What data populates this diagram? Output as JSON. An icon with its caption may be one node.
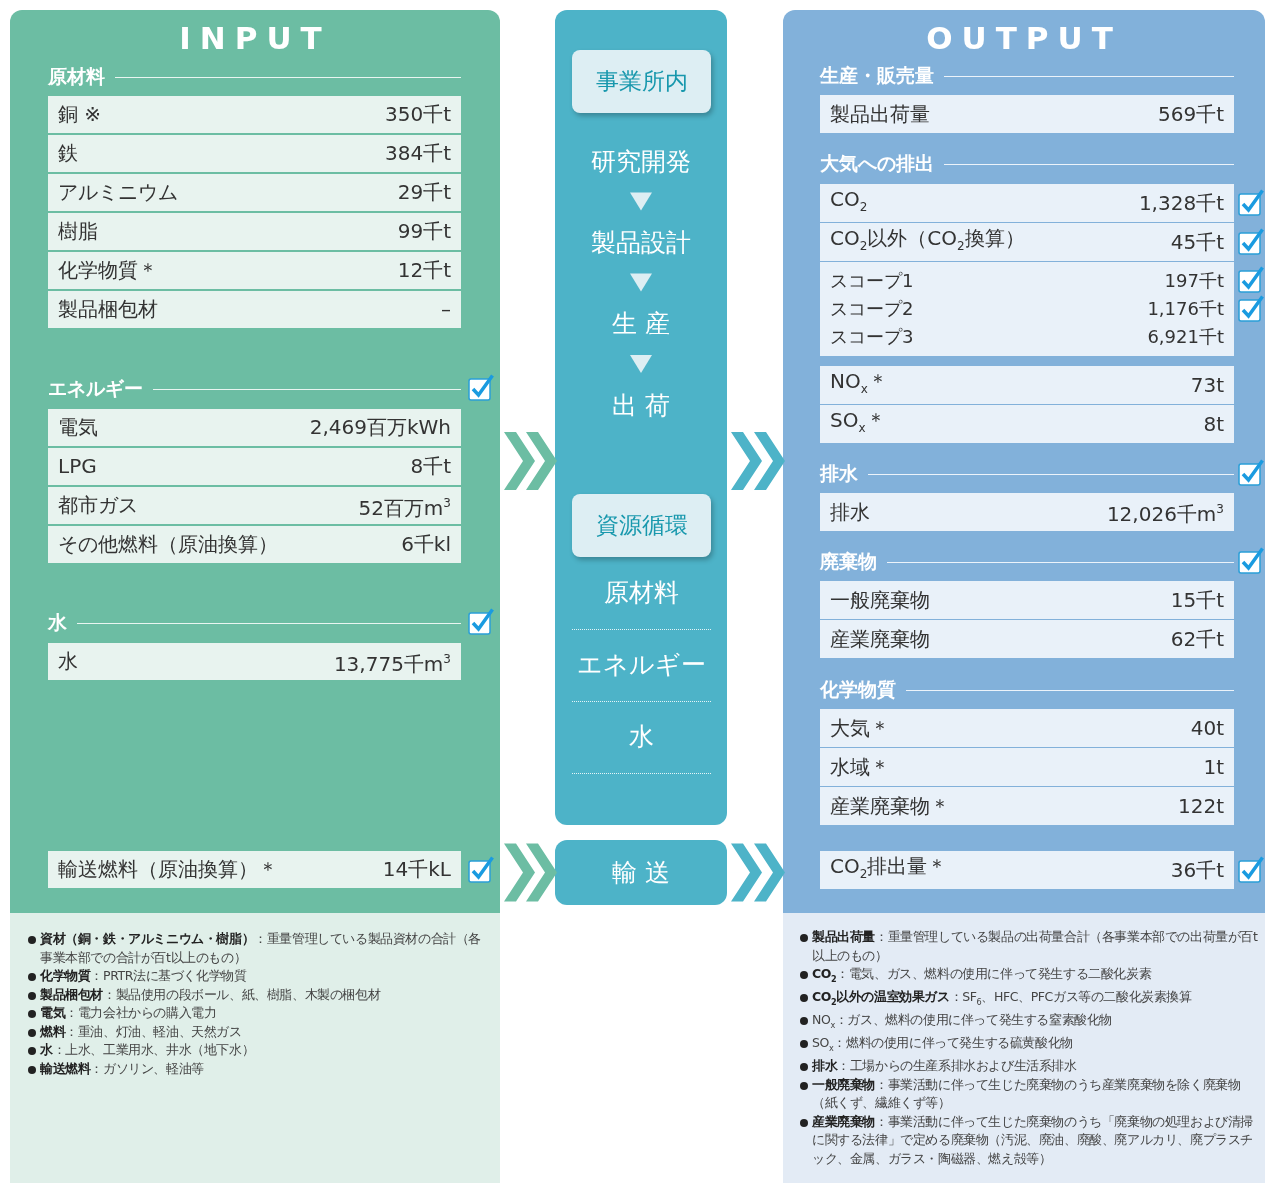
{
  "diagram": {
    "nodes": [
      {
        "text": [
          "INPUT"
        ]
      },
      {
        "text": [
          "銅 ※",
          "350千t"
        ],
        "in": 0
      },
      {
        "text": [
          "鉄",
          "384千t"
        ],
        "in": 0
      },
      {
        "text": [
          "アルミニウム",
          "29千t"
        ],
        "in": 0
      },
      {
        "text": [
          "樹脂",
          "99千t"
        ],
        "in": 0
      },
      {
        "text": [
          "化学物質＊",
          "12千t"
        ],
        "in": 0
      },
      {
        "text": [
          "製品梱包材",
          "–"
        ],
        "in": 0
      },
      {
        "text": [
          "電気",
          "2,469百万kWh"
        ],
        "in": 0
      },
      {
        "text": [
          "LPG",
          "8千t"
        ],
        "in": 0
      },
      {
        "text": [
          "都市ガス",
          "52百万m$^{3}$"
        ],
        "in": 0
      },
      {
        "text": [
          "その他燃料（原油換算）",
          "6千kl"
        ],
        "in": 0
      },
      {
        "text": [
          "水",
          "13,775千m$^{3}$"
        ],
        "in": 0
      },
      {
        "text": [
          "輸送燃料（原油換算）＊",
          "14千kL"
        ],
        "in": 0
      },
      {
        "text": [],
        "shape": "box"
      },
      {
        "text": [
          "事業所内"
        ],
        "in": 13
      },
      {
        "text": [
          "研究開発"
        ],
        "in": 13
      },
      {
        "text": [
          "製品設計"
        ],
        "in": 13
      },
      {
        "text": [
          "生 産"
        ],
        "in": 13
      },
      {
        "text": [
          "出 荷"
        ],
        "in": 13
      },
      {
        "text": [
          "資源循環"
        ],
        "in": 13
      },
      {
        "text": [
          "原材料"
        ],
        "in": 13
      },
      {
        "text": [
          "エネルギー"
        ],
        "in": 13
      },
      {
        "text": [
          "水"
        ],
        "in": 13
      },
      {
        "text": [
          "輸 送"
        ]
      },
      {
        "text": [
          "OUTPUT"
        ]
      },
      {
        "text": [
          "製品出荷量",
          "569千t"
        ],
        "in": 24
      },
      {
        "text": [
          "CO$_{2}$",
          "1,328千t"
        ],
        "in": 24
      },
      {
        "text": [
          "CO$_{2}$以外（CO$_{2}$換算）",
          "45千t"
        ],
        "in": 24
      },
      {
        "text": [
          "スコープ1",
          "197千t",
          "スコープ2",
          "1,176千t",
          "スコープ3",
          "6,921千t"
        ],
        "in": 24
      },
      {
        "text": [
          "NO$_{x}$＊",
          "73t"
        ],
        "in": 24
      },
      {
        "text": [
          "SO$_{x}$＊",
          "8t"
        ],
        "in": 24
      },
      {
        "text": [
          "排水",
          "12,026千m$^{3}$"
        ],
        "in": 24
      },
      {
        "text": [
          "一般廃棄物",
          "15千t"
        ],
        "in": 24
      },
      {
        "text": [
          "産業廃棄物",
          "62千t"
        ],
        "in": 24
      },
      {
        "text": [
          "大気＊",
          "40t"
        ],
        "in": 24
      },
      {
        "text": [
          "水域＊",
          "1t"
        ],
        "in": 24
      },
      {
        "text": [
          "産業廃棄物＊",
          "122t"
        ],
        "in": 24
      },
      {
        "text": [
          "CO$_{2}$排出量＊",
          "36千t"
        ],
        "in": 24
      }
    ],
    "edges": [
      {
        "from": 0,
        "to": 13,
        "arrow": "to",
        "color": "#6cbda3"
      },
      {
        "from": 13,
        "to": 24,
        "arrow": "to",
        "color": "#4db3c8"
      },
      {
        "from": 0,
        "to": 23,
        "arrow": "to",
        "color": "#6cbda3"
      },
      {
        "from": 23,
        "to": 24,
        "arrow": "to",
        "color": "#4db3c8"
      },
      {
        "from": 15,
        "to": 16,
        "arrow": "to"
      },
      {
        "from": 16,
        "to": 17,
        "arrow": "to"
      },
      {
        "from": 17,
        "to": 18,
        "arrow": "to"
      }
    ],
    "labels": [
      "原材料",
      "エネルギー",
      "水",
      "生産・販売量",
      "大気への排出",
      "排水",
      "廃棄物",
      "化学物質",
      "**資材（銅・鉄・アルミニウム・樹脂）**：重量管理している製品資材の合計（各事業本部での合計が百t以上のもの）",
      "**化学物質**：PRTR法に基づく化学物質",
      "**製品梱包材**：製品使用の段ボール、紙、樹脂、木製の梱包材",
      "**電気**：電力会社からの購入電力",
      "**燃料**：重油、灯油、軽油、天然ガス",
      "**水**：上水、工業用水、井水（地下水）",
      "**輸送燃料**：ガソリン、軽油等",
      "**製品出荷量**：重量管理している製品の出荷量合計（各事業本部での出荷量が百t以上のもの）",
      "**CO$_{2}$**：電気、ガス、燃料の使用に伴って発生する二酸化炭素",
      "**CO$_{2}$以外の温室効果ガス**：SF$_{6}$、HFC、PFCガス等の二酸化炭素換算",
      "NO$_{x}$：ガス、燃料の使用に伴って発生する窒素酸化物",
      "SO$_{x}$：燃料の使用に伴って発生する硫黄酸化物",
      "**排水**：工場からの生産系排水および生活系排水",
      "**一般廃棄物**：事業活動に伴って生じた廃棄物のうち産業廃棄物を除く廃棄物（紙くず、繊維くず等）",
      "**産業廃棄物**：事業活動に伴って生じた廃棄物のうち「廃棄物の処理および清掃に関する法律」で定める廃棄物（汚泥、廃油、廃酸、廃アルカリ、廃プラスチック、金属、ガラス・陶磁器、燃え殻等）"
    ]
  }
}
